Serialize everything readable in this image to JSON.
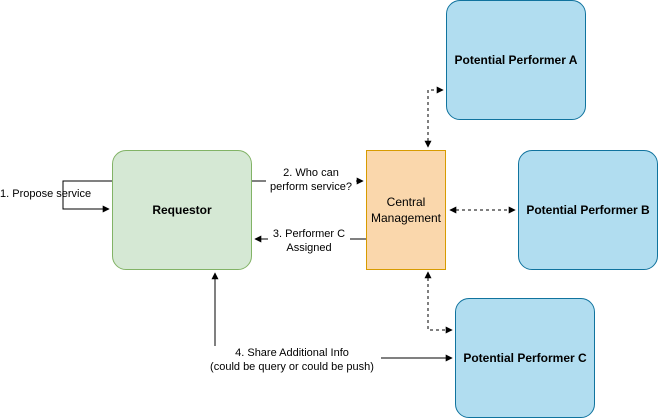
{
  "nodes": {
    "requestor": {
      "label": "Requestor",
      "fill": "#d5e8d4",
      "stroke": "#82b366"
    },
    "central": {
      "label_line1": "Central",
      "label_line2": "Management",
      "fill": "#fad7ac",
      "stroke": "#d79b00"
    },
    "performer_a": {
      "label": "Potential Performer A",
      "fill": "#b1ddf0",
      "stroke": "#10739e"
    },
    "performer_b": {
      "label": "Potential Performer B",
      "fill": "#b1ddf0",
      "stroke": "#10739e"
    },
    "performer_c": {
      "label": "Potential Performer C",
      "fill": "#b1ddf0",
      "stroke": "#10739e"
    }
  },
  "edges": {
    "propose": {
      "label": "1. Propose service"
    },
    "who_can": {
      "line1": "2. Who can",
      "line2": "perform service?"
    },
    "assigned": {
      "line1": "3. Performer C",
      "line2": "Assigned"
    },
    "share_info": {
      "line1": "4. Share Additional Info",
      "line2": "(could be query or could be push)"
    }
  }
}
